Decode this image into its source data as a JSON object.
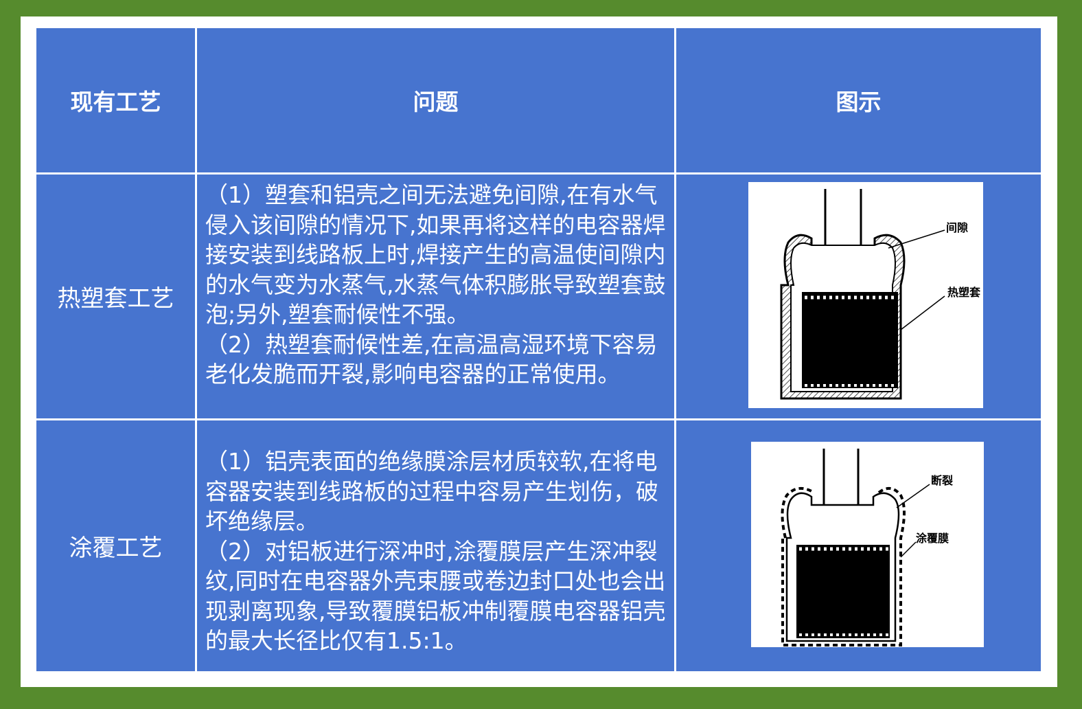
{
  "table": {
    "headers": [
      "现有工艺",
      "问题",
      "图示"
    ],
    "rows": [
      {
        "process": "热塑套工艺",
        "problems": [
          "（1）塑套和铝壳之间无法避免间隙,在有水气侵入该间隙的情况下,如果再将这样的电容器焊接安装到线路板上时,焊接产生的高温使间隙内的水气变为水蒸气,水蒸气体积膨胀导致塑套鼓泡;另外,塑套耐候性不强。",
          "（2）热塑套耐候性差,在高温高湿环境下容易老化发脆而开裂,影响电容器的正常使用。"
        ],
        "figure_labels": [
          "间隙",
          "热塑套"
        ]
      },
      {
        "process": "涂覆工艺",
        "problems": [
          "（1）铝壳表面的绝缘膜涂层材质较软,在将电容器安装到线路板的过程中容易产生划伤，破坏绝缘层。",
          "（2）对铝板进行深冲时,涂覆膜层产生深冲裂纹,同时在电容器外壳束腰或卷边封口处也会出现剥离现象,导致覆膜铝板冲制覆膜电容器铝壳的最大长径比仅有1.5:1。"
        ],
        "figure_labels": [
          "断裂",
          "涂覆膜"
        ]
      }
    ]
  },
  "colors": {
    "background": "#568b2d",
    "panel": "#ffffff",
    "cell": "#4774cf",
    "text": "#ffffff"
  },
  "icons": [
    "capacitor-heat-shrink-diagram",
    "capacitor-coating-diagram"
  ]
}
